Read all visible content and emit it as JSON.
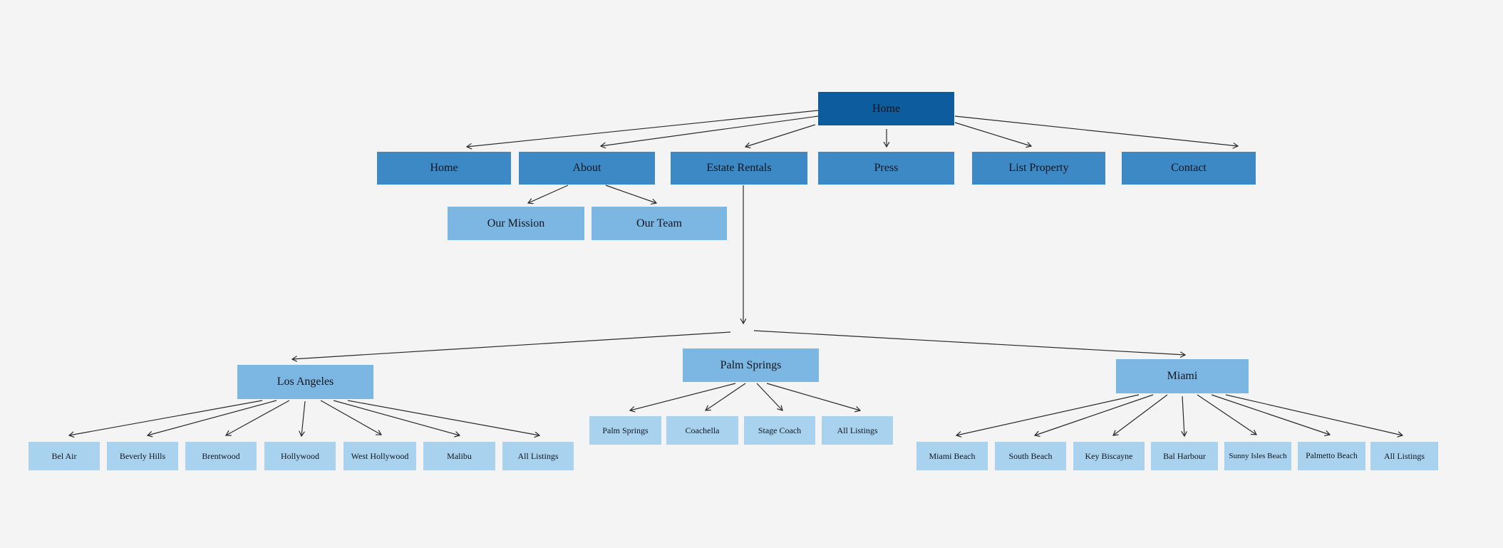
{
  "nodes": {
    "root": "Home",
    "level2": [
      "Home",
      "About",
      "Estate Rentals",
      "Press",
      "List Property",
      "Contact"
    ],
    "about_children": [
      "Our Mission",
      "Our Team"
    ],
    "regions": [
      "Los Angeles",
      "Palm Springs",
      "Miami"
    ],
    "los_angeles_children": [
      "Bel Air",
      "Beverly Hills",
      "Brentwood",
      "Hollywood",
      "West Hollywood",
      "Malibu",
      "All Listings"
    ],
    "palm_springs_children": [
      "Palm Springs",
      "Coachella",
      "Stage Coach",
      "All Listings"
    ],
    "miami_children": [
      "Miami Beach",
      "South Beach",
      "Key Biscayne",
      "Bal Harbour",
      "Sunny Isles Beach",
      "Palmetto Beach",
      "All Listings"
    ]
  },
  "colors": {
    "background": "#f4f4f4",
    "node_root": "#0d5c9e",
    "node_level2": "#3d89c6",
    "node_mid": "#7cb7e3",
    "node_leaf": "#a9d2ef",
    "connector": "#2a2a2a",
    "text": "#10151c"
  }
}
